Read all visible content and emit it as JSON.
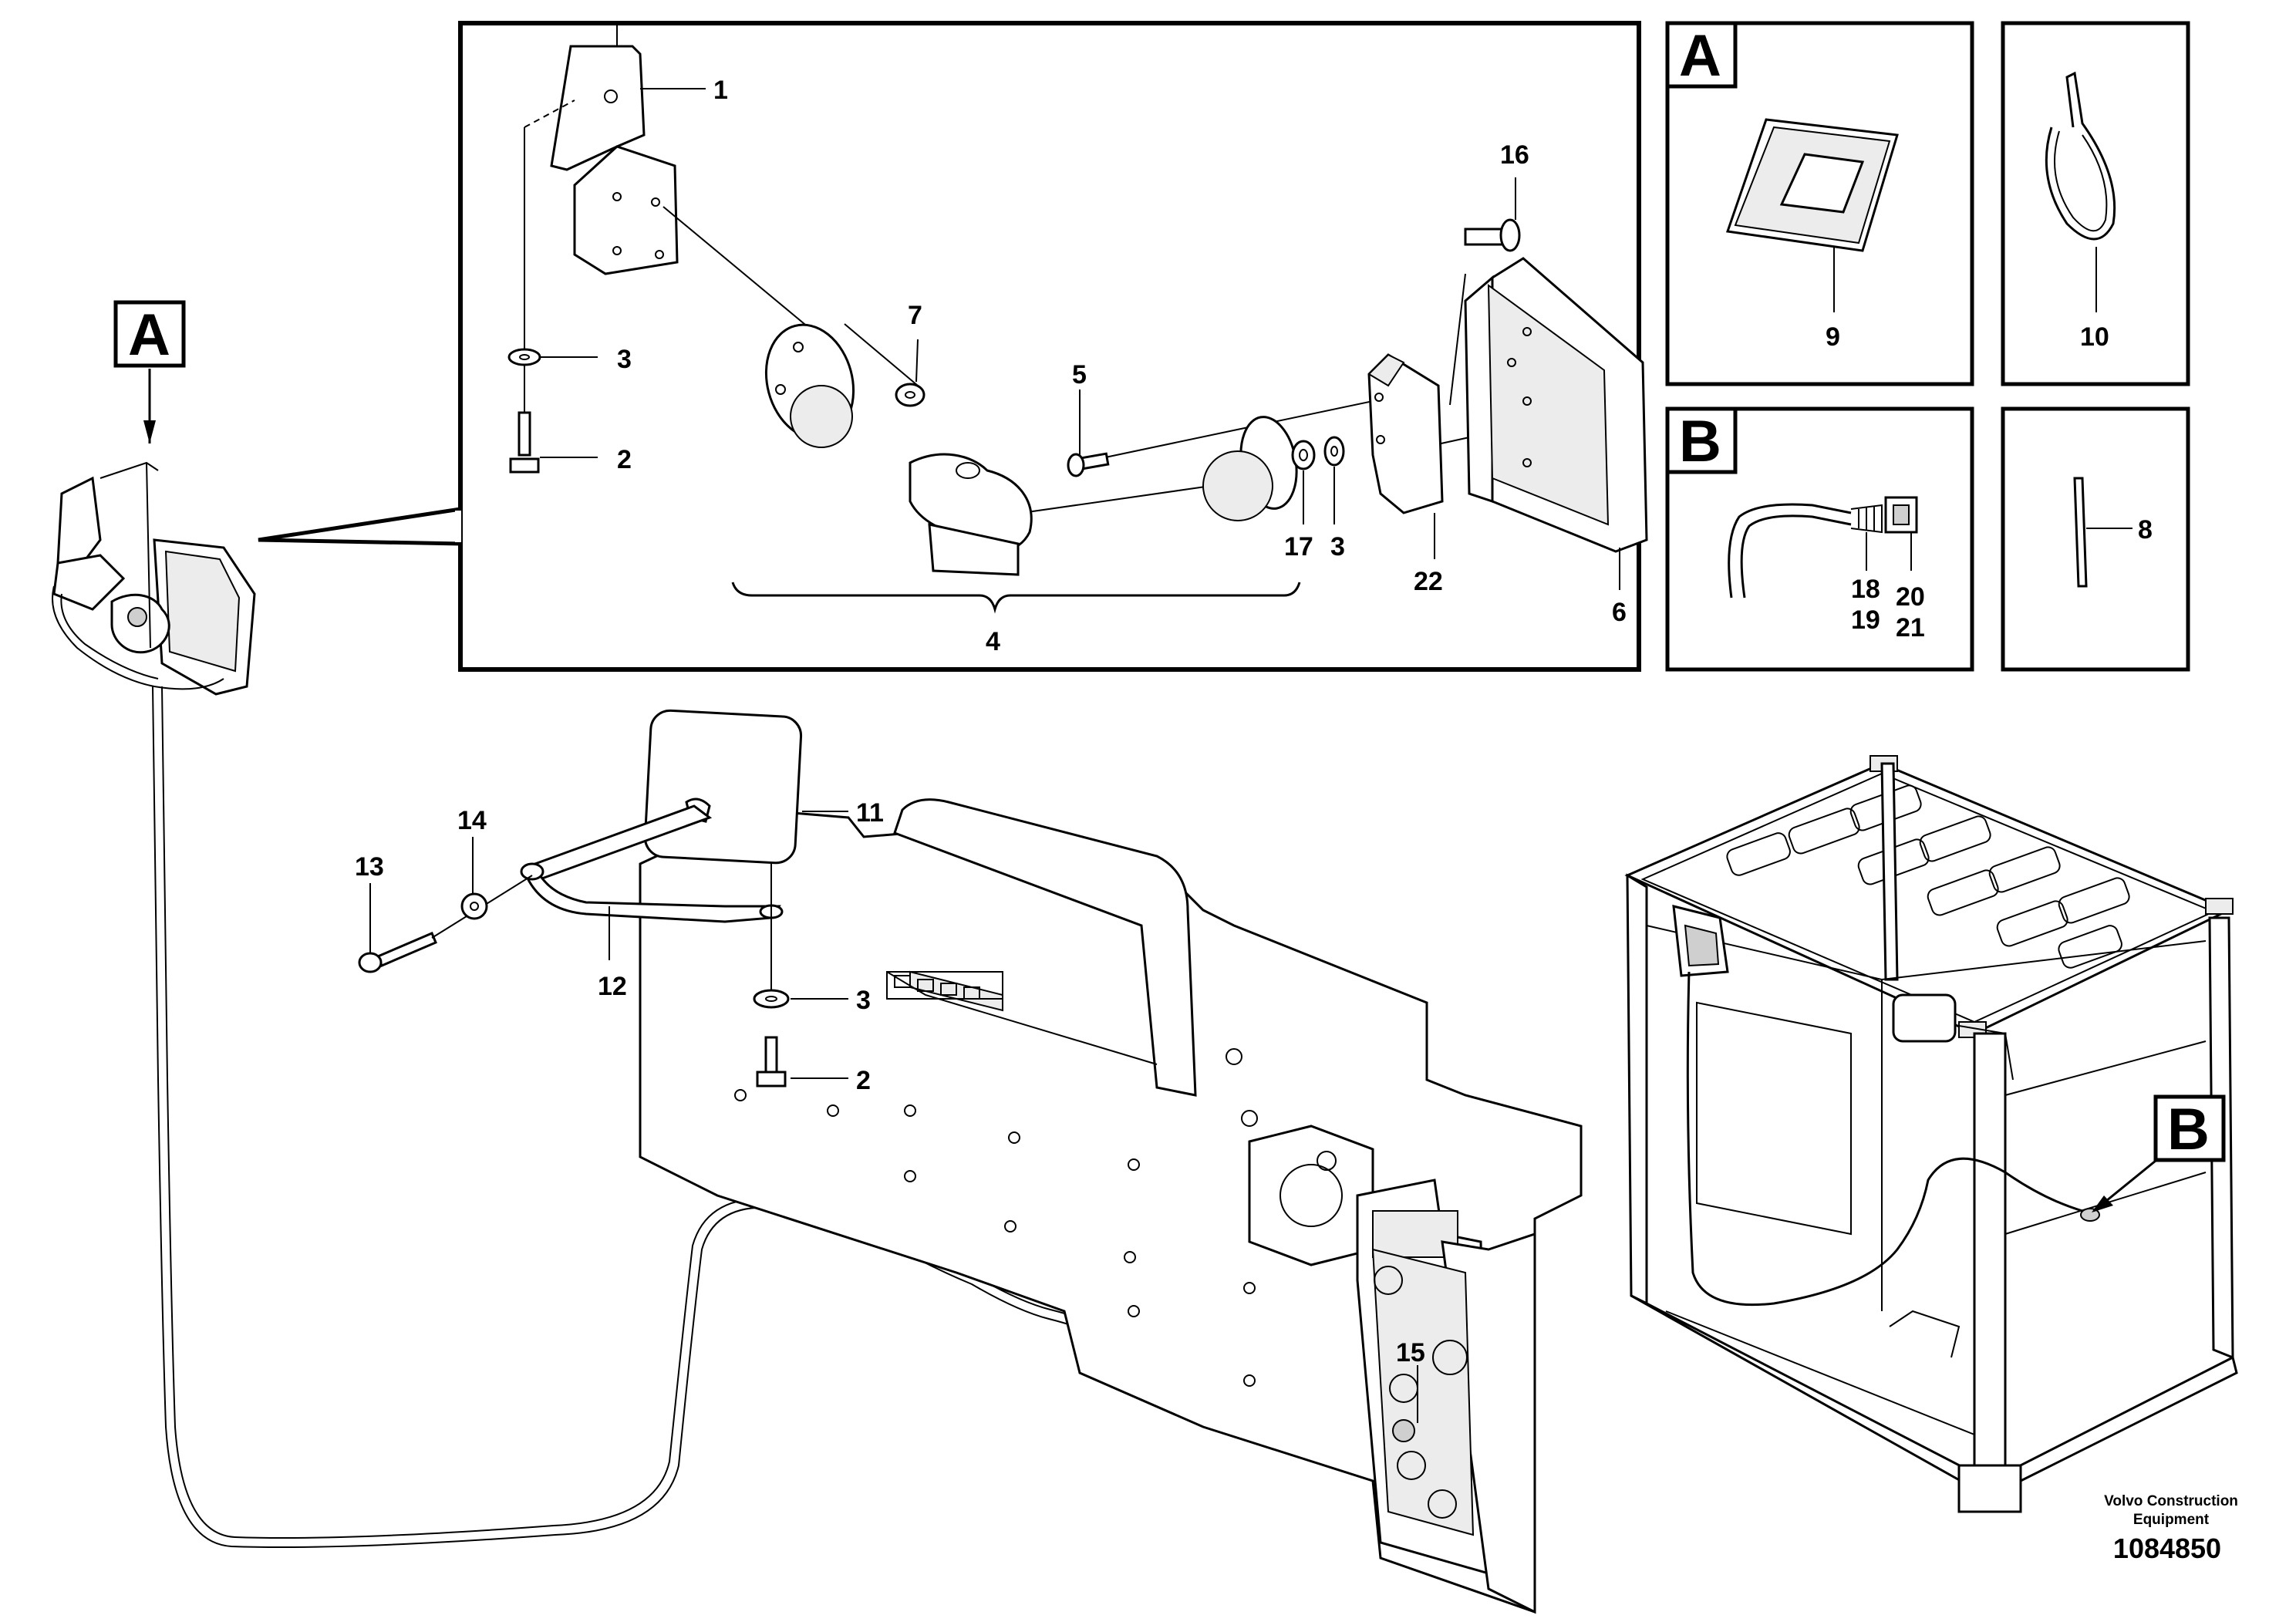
{
  "callouts": {
    "c1": "1",
    "c2a": "2",
    "c3a": "3",
    "c2b": "2",
    "c3b": "3",
    "c3c": "3",
    "c4": "4",
    "c5": "5",
    "c6": "6",
    "c7": "7",
    "c8": "8",
    "c9": "9",
    "c10": "10",
    "c11": "11",
    "c12": "12",
    "c13": "13",
    "c14": "14",
    "c15": "15",
    "c16": "16",
    "c17": "17",
    "c18": "18",
    "c19": "19",
    "c20": "20",
    "c21": "21",
    "c22": "22"
  },
  "detail_letters": {
    "a_main": "A",
    "a_panel": "A",
    "b_panel": "B",
    "b_cab": "B"
  },
  "footer": {
    "company_line1": "Volvo Construction",
    "company_line2": "Equipment",
    "drawing_number": "1084850"
  }
}
